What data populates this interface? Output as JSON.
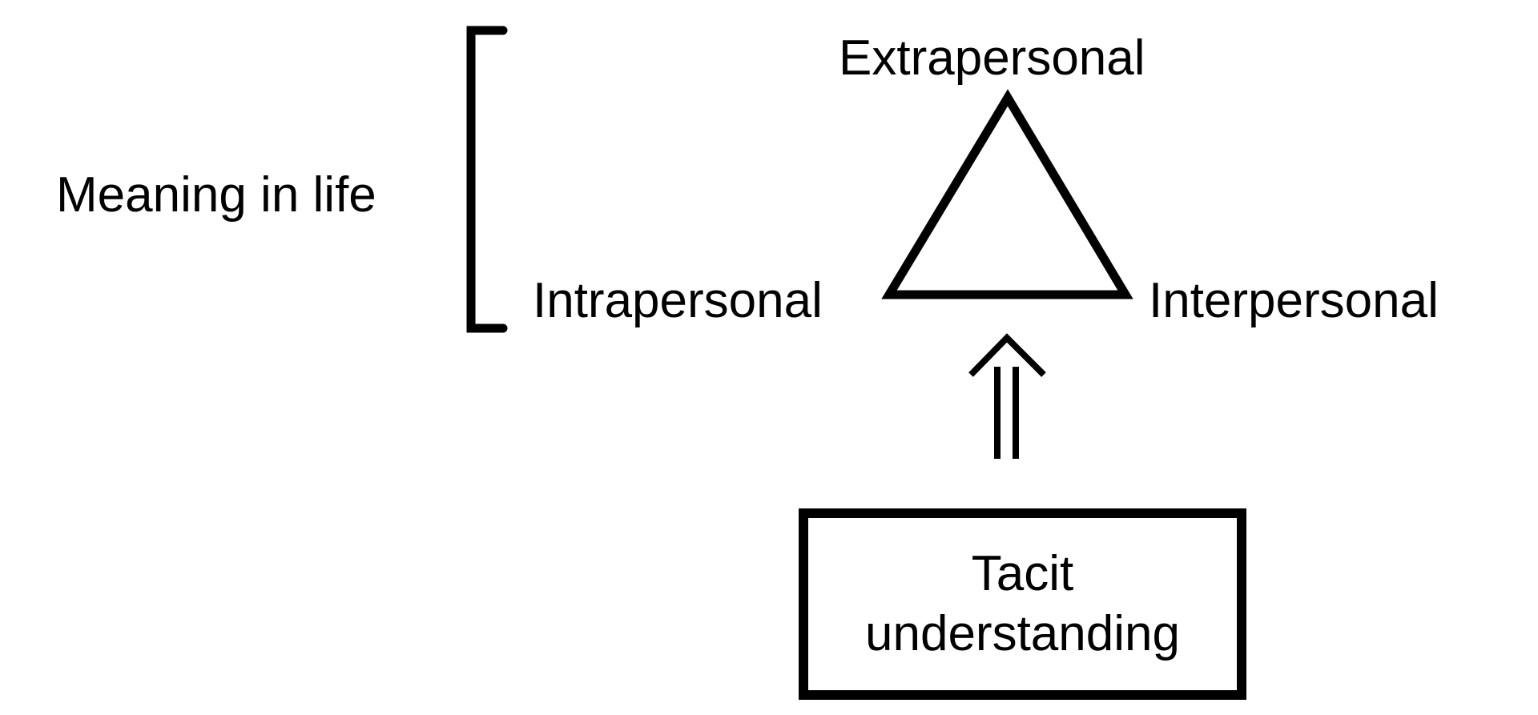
{
  "diagram": {
    "meaning_label": "Meaning in life",
    "vertices": {
      "top": "Extrapersonal",
      "left": "Intrapersonal",
      "right": "Interpersonal"
    },
    "source_box": {
      "text": "Tacit\nunderstanding"
    },
    "colors": {
      "stroke": "#000000",
      "background": "#ffffff"
    }
  }
}
